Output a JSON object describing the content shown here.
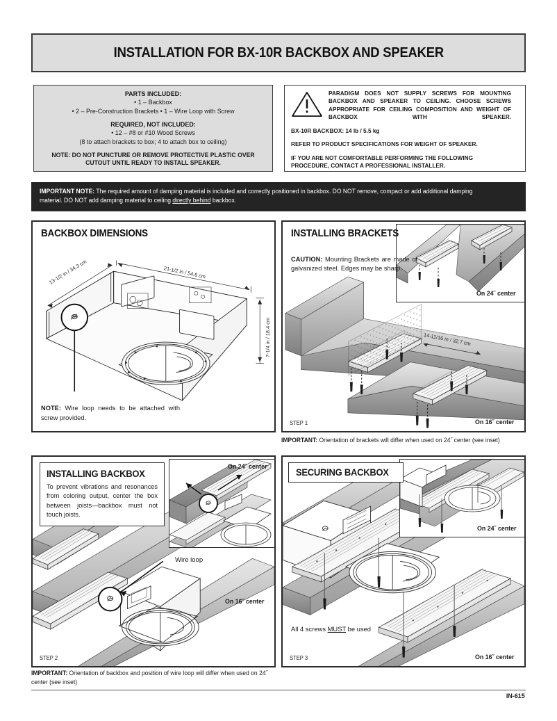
{
  "header": {
    "title": "INSTALLATION FOR BX-10R BACKBOX AND SPEAKER"
  },
  "parts": {
    "included_title": "PARTS INCLUDED:",
    "included_lines": [
      "• 1 – Backbox",
      "• 2 – Pre-Construction Brackets  • 1 – Wire Loop with Screw"
    ],
    "required_title": "REQUIRED, NOT INCLUDED:",
    "required_lines": [
      "• 12 – #8 or #10 Wood Screws",
      "(8 to attach brackets to box; 4 to attach box to ceiling)"
    ],
    "note": "NOTE: DO NOT PUNCTURE OR REMOVE PROTECTIVE PLASTIC OVER CUTOUT UNTIL READY TO INSTALL SPEAKER."
  },
  "warning": {
    "icon": "warning-triangle-icon",
    "main": "PARADIGM DOES NOT SUPPLY SCREWS FOR MOUNTING BACKBOX AND SPEAKER TO CEILING. CHOOSE SCREWS APPROPRIATE FOR CEILING COMPOSITION AND WEIGHT OF BACKBOX WITH SPEAKER.",
    "weight": "BX-10R BACKBOX: 14 lb / 5.5 kg",
    "refer": "REFER TO PRODUCT SPECIFICATIONS FOR WEIGHT OF SPEAKER.",
    "installer": "IF YOU ARE NOT COMFORTABLE PERFORMING THE FOLLOWING PROCEDURE, CONTACT A PROFESSIONAL INSTALLER."
  },
  "important_bar": {
    "label": "IMPORTANT NOTE:",
    "text_1": " The required amount of damping material is included and correctly positioned in backbox. DO NOT remove, compact or add additional damping material. DO NOT add damping material to ceiling ",
    "emphasis": "directly behind",
    "text_2": " backbox."
  },
  "panels": {
    "dimensions": {
      "title": "BACKBOX DIMENSIONS",
      "dim_width": "21-1/2 in / 54.6 cm",
      "dim_depth": "13-1/2 in / 34.3 cm",
      "dim_height": "7-1/4 in / 18.4 cm",
      "note_label": "NOTE:",
      "note_text": " Wire loop needs to be attached with screw provided."
    },
    "brackets": {
      "title": "INSTALLING BRACKETS",
      "caution_label": "CAUTION:",
      "caution_text": " Mounting Brackets are made of galvanized steel. Edges may be sharp.",
      "inset_tag": "On 24˝ center",
      "main_tag": "On 16˝ center",
      "dim_bracket": "14-11/16 in / 32.7 cm",
      "step": "STEP 1"
    },
    "install": {
      "title": "INSTALLING BACKBOX",
      "body": "To prevent vibrations and resonances from coloring output, center the box between joists—backbox must not touch joists.",
      "inset_tag": "On 24˝ center",
      "main_tag": "On 16˝ center",
      "wire_loop_label": "Wire loop",
      "step": "STEP 2"
    },
    "secure": {
      "title": "SECURING BACKBOX",
      "inset_tag": "On 24˝ center",
      "main_tag": "On 16˝ center",
      "screws_pre": "All 4 screws ",
      "screws_emph": "MUST",
      "screws_post": " be used",
      "step": "STEP 3"
    }
  },
  "captions": {
    "brackets_label": "IMPORTANT:",
    "brackets_text": " Orientation of brackets will differ when used on 24˝ center (see inset)",
    "install_label": "IMPORTANT:",
    "install_text": " Orientation of backbox and position of wire loop will differ when used on 24˝ center (see inset)"
  },
  "footer": {
    "code": "IN-615"
  },
  "colors": {
    "header_bg": "#dddddd",
    "bar_bg": "#242424",
    "border": "#2b2b2b",
    "joist_light": "#d8d8d8",
    "joist_mid": "#a8a8a8",
    "joist_dark": "#8a8a8a"
  }
}
